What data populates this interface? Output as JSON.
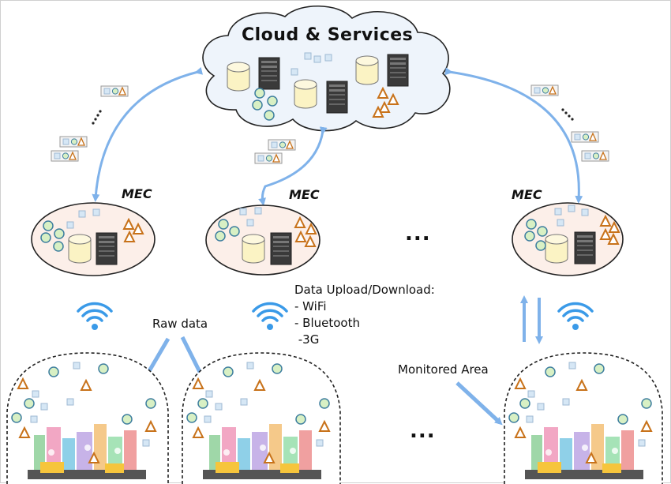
{
  "diagram": {
    "cloud_label": "Cloud & Services",
    "mec_labels": [
      "MEC",
      "MEC",
      "MEC"
    ],
    "mec_ellipsis": "...",
    "area_ellipsis": "...",
    "upload_title": "Data Upload/Download:",
    "upload_items": [
      "- WiFi",
      "- Bluetooth",
      " -3G"
    ],
    "raw_data_label": "Raw data",
    "monitored_area_label": "Monitored Area"
  },
  "colors": {
    "arrow": "#7fb2ea",
    "cloud_fill": "#eef4fb",
    "ellipse_fill": "#fcefe9",
    "circle_fill": "#d8f0c4",
    "circle_stroke": "#3f7f9f",
    "triangle_stroke": "#c8721a",
    "database_fill": "#fbf3c4",
    "server_fill": "#3a3a3a",
    "wifi": "#3a9ae8"
  },
  "icons": [
    "database-icon",
    "server-icon",
    "data-circle-icon",
    "data-triangle-icon",
    "data-square-icon",
    "wifi-icon",
    "city-icon"
  ]
}
